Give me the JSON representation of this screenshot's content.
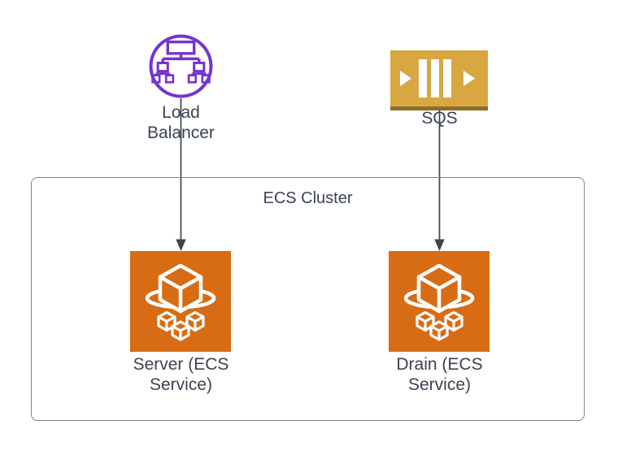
{
  "diagram": {
    "background": "#ffffff",
    "text_color": "#3B4450",
    "connector_color": "#3B4450",
    "nodes": {
      "load_balancer": {
        "label": "Load Balancer",
        "icon": "load-balancer-icon",
        "accent_color": "#7633D0"
      },
      "sqs": {
        "label": "SQS",
        "icon": "sqs-icon",
        "accent_color": "#D9A741",
        "accent_shadow_color": "#8C6E2D"
      },
      "server_service": {
        "label": "Server (ECS Service)",
        "icon": "ecs-service-icon",
        "accent_color": "#D86C14"
      },
      "drain_service": {
        "label": "Drain (ECS Service)",
        "icon": "ecs-service-icon",
        "accent_color": "#D86C14"
      }
    },
    "containers": {
      "ecs_cluster": {
        "label": "ECS Cluster",
        "border_color": "#7C858B",
        "contains": [
          "server_service",
          "drain_service"
        ]
      }
    },
    "edges": [
      {
        "from": "load_balancer",
        "to": "server_service",
        "type": "arrow-down"
      },
      {
        "from": "sqs",
        "to": "drain_service",
        "type": "arrow-down"
      }
    ]
  }
}
